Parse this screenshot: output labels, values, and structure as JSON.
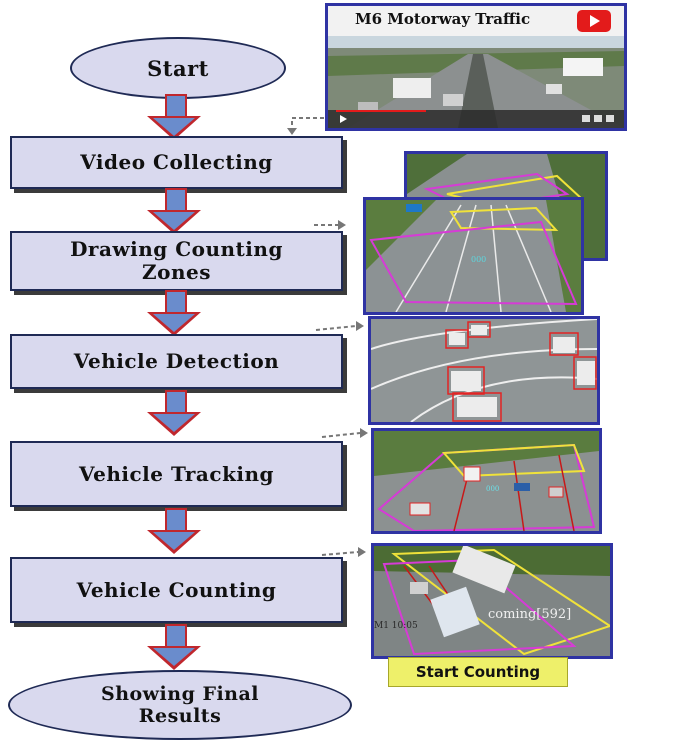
{
  "flow": {
    "start": "Start",
    "steps": [
      "Video Collecting",
      "Drawing Counting\nZones",
      "Vehicle  Detection",
      "Vehicle Tracking",
      "Vehicle Counting"
    ],
    "end": "Showing Final\nResults"
  },
  "video_panel": {
    "title": "M6 Motorway Traffic",
    "icon": "youtube-play-icon"
  },
  "counting_overlay": {
    "label": "coming[592]",
    "frame_text": "M1 10:05"
  },
  "counting_button": "Start Counting",
  "colors": {
    "box_fill": "#d9d9ee",
    "box_border": "#1f2a55",
    "arrow_red": "#c0272d",
    "arrow_fill": "#6a8ccc",
    "thumb_border": "#2f33a3",
    "zone_magenta": "#d63bd6",
    "zone_yellow": "#f0e23a",
    "button_yellow": "#eef06a"
  }
}
